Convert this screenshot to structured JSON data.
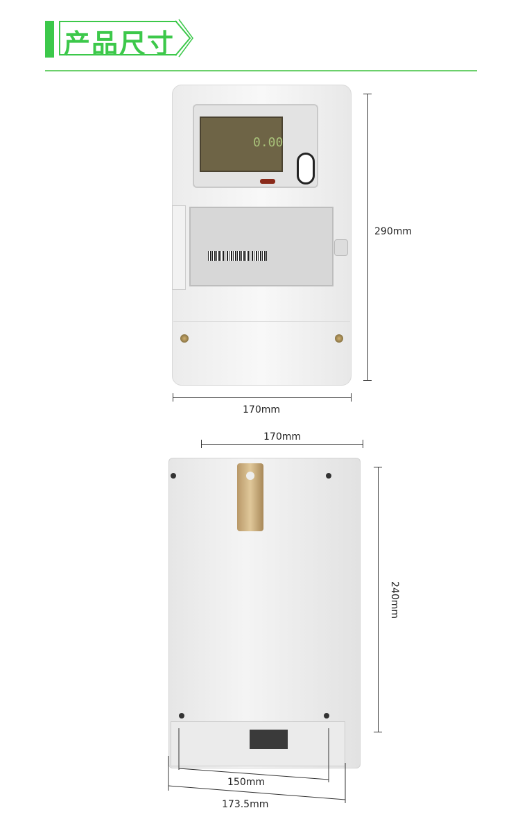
{
  "header": {
    "title": "产品尺寸",
    "accent_color": "#3cc84a"
  },
  "front_view": {
    "height_label": "290mm",
    "width_label": "170mm",
    "display_reading": "0.00"
  },
  "back_view": {
    "top_width_label": "170mm",
    "height_label": "240mm",
    "mount_width_label": "150mm",
    "bottom_width_label": "173.5mm"
  }
}
